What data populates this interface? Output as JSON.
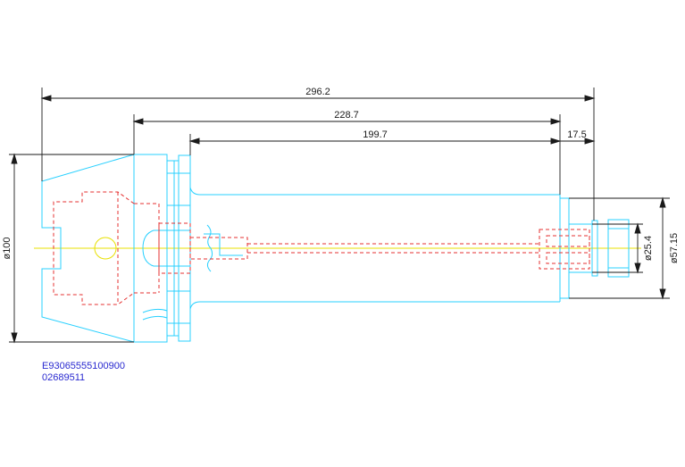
{
  "dimensions": {
    "overall_length": "296.2",
    "shank_length": "228.7",
    "body_length": "199.7",
    "nose_length": "17.5",
    "flange_diameter": "ø100",
    "bore_diameter": "ø25.4",
    "nose_diameter": "ø57.15"
  },
  "part_info": {
    "code_line_1": "E93065555100900",
    "code_line_2": "02689511"
  },
  "colors": {
    "outline": "#28d0ff",
    "hidden_lines": "#e53030",
    "centerline": "#e8e000",
    "dimension_lines": "#1a1a1a",
    "part_text": "#2a2ad0"
  }
}
